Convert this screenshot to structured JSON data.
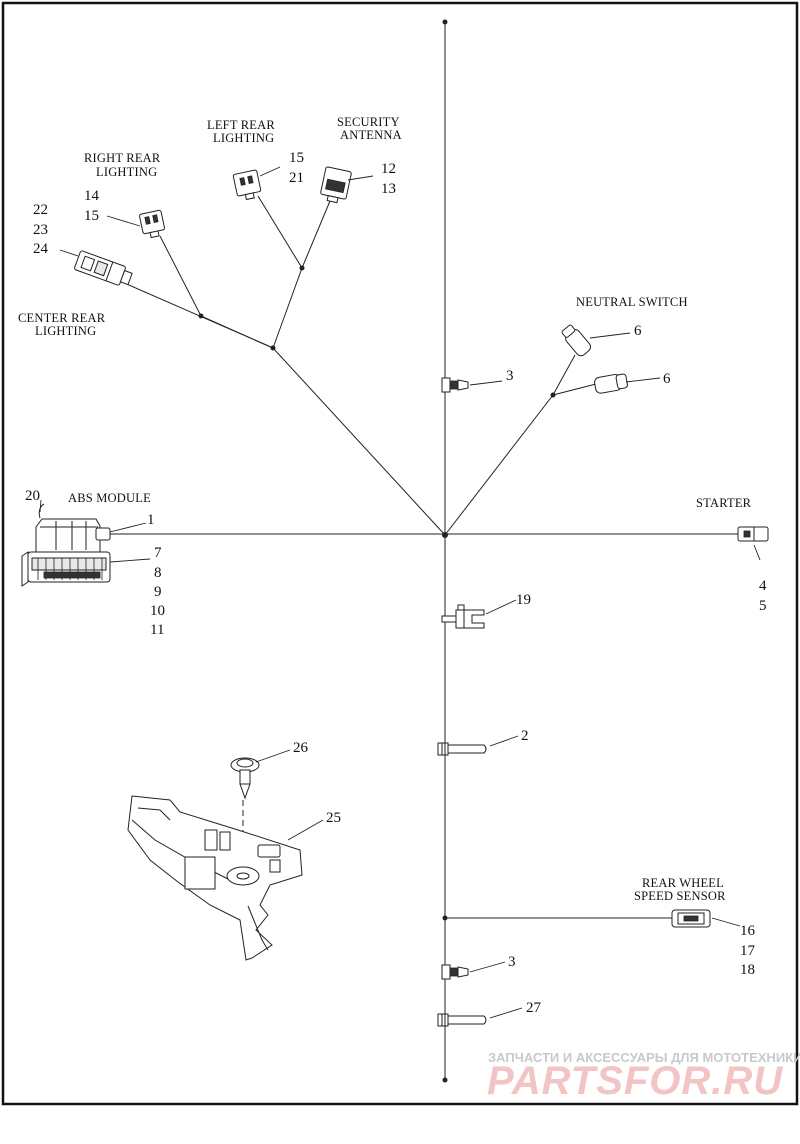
{
  "labels": {
    "right_rear_lighting": [
      "RIGHT REAR",
      "LIGHTING"
    ],
    "left_rear_lighting": [
      "LEFT REAR",
      "LIGHTING"
    ],
    "security_antenna": [
      "SECURITY",
      "ANTENNA"
    ],
    "center_rear_lighting": [
      "CENTER REAR",
      "LIGHTING"
    ],
    "neutral_switch": "NEUTRAL SWITCH",
    "abs_module": "ABS MODULE",
    "starter": "STARTER",
    "rear_wheel_speed_sensor": [
      "REAR WHEEL",
      "SPEED SENSOR"
    ]
  },
  "callouts": {
    "right_rear": [
      "14",
      "15"
    ],
    "left_rear": [
      "15",
      "21"
    ],
    "security": [
      "12",
      "13"
    ],
    "center_rear": [
      "22",
      "23",
      "24"
    ],
    "neutral_upper": "6",
    "neutral_lower": "6",
    "clip_upper": "3",
    "abs_connector": "1",
    "abs_top": "20",
    "abs_list": [
      "7",
      "8",
      "9",
      "10",
      "11"
    ],
    "starter": [
      "4",
      "5"
    ],
    "clip_19": "19",
    "tie_2": "2",
    "push_pin": "26",
    "bracket": "25",
    "speed_sensor": [
      "16",
      "17",
      "18"
    ],
    "clip_lower": "3",
    "tie_27": "27"
  },
  "watermark": {
    "line1": "ЗАПЧАСТИ И АКСЕССУАРЫ ДЛЯ МОТОТЕХНИКИ",
    "line2": "PARTSFOR.RU"
  }
}
